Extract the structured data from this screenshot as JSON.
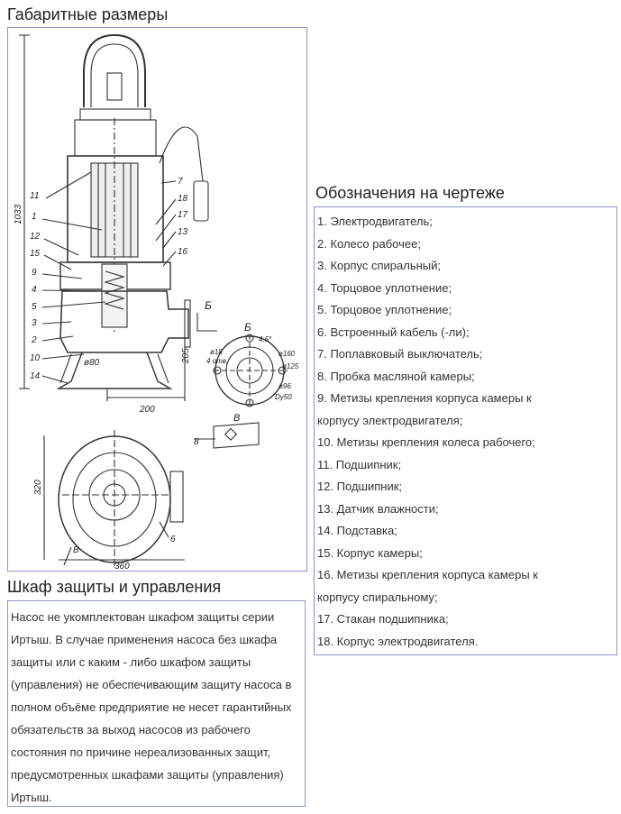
{
  "sections": {
    "dims_title": "Габаритные размеры",
    "legend_title": "Обозначения на чертеже",
    "cabinet_title": "Шкаф защиты и управления"
  },
  "legend": [
    "1. Электродвигатель;",
    "2. Колесо рабочее;",
    "3. Корпус спиральный;",
    "4. Торцовое уплотнение;",
    "5. Торцовое уплотнение;",
    "6. Встроенный кабель (-ли);",
    "7. Поплавковый выключатель;",
    "8. Пробка масляной камеры;",
    "9. Метизы крепления корпуса камеры к",
    "корпусу электродвигателя;",
    "10. Метизы крепления колеса рабочего;",
    "11. Подшипник;",
    "12. Подшипник;",
    "13. Датчик влажности;",
    "14. Подставка;",
    "15. Корпус камеры;",
    "16. Метизы крепления корпуса камеры к",
    "корпусу спиральному;",
    "17. Стакан подшипника;",
    "18. Корпус электродвигателя."
  ],
  "cabinet_text": "Насос не укомплектован шкафом защиты серии Иртыш. В случае применения насоса без шкафа защиты или с каким - либо шкафом защиты (управления) не обеспечивающим защиту насоса в полном объёме предприятие не несет гарантийных обязательств за выход насосов из рабочего состояния по причине нереализованных защит, предусмотренных шкафами защиты (управления) Иртыш.",
  "drawing": {
    "callouts_left": [
      "11",
      "1",
      "12",
      "15",
      "9",
      "4",
      "5",
      "3",
      "2",
      "10",
      "14"
    ],
    "callouts_right": [
      "7",
      "18",
      "17",
      "13",
      "16"
    ],
    "dim_height": "1033",
    "dim_base_height": "205",
    "dim_width": "200",
    "dim_outlet": "ø80",
    "section_label": "Б",
    "view_label": "В",
    "flange_dims": [
      "4,5°",
      "ø160",
      "ø125",
      "ø96",
      "Dy50",
      "ø18",
      "4 отв."
    ],
    "plan_dim_depth": "320",
    "plan_dim_width": "360",
    "plan_callout": "6",
    "view_detail_label": "В",
    "view_arrow_label": "8",
    "plan_view_arrow": "В"
  },
  "colors": {
    "frame_border": "#8e95c9",
    "line": "#333333"
  }
}
